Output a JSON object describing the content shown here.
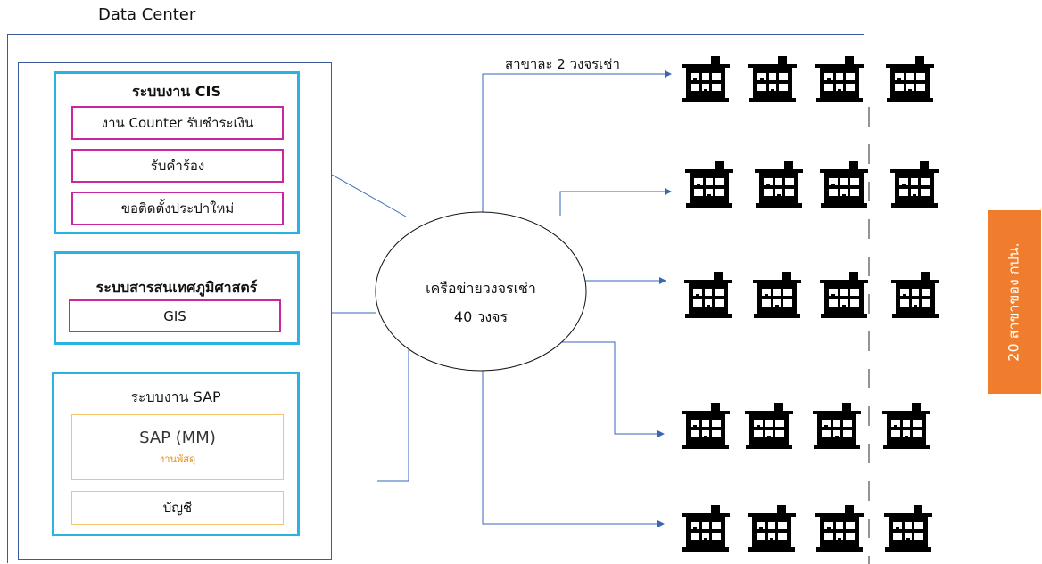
{
  "data_center": {
    "label": "Data Center"
  },
  "cis": {
    "title": "ระบบงาน CIS",
    "items": [
      "งาน Counter รับชำระเงิน",
      "รับคำร้อง",
      "ขอติดตั้งประปาใหม่"
    ]
  },
  "gis": {
    "title": "ระบบสารสนเทศภูมิศาสตร์",
    "items": [
      "GIS"
    ]
  },
  "sap": {
    "title": "ระบบงาน SAP",
    "mm_label": "SAP (MM)",
    "mm_sub": "งานพัสดุ",
    "account_label": "บัญชี"
  },
  "network": {
    "title": "เครือข่ายวงจรเช่า",
    "circuits": "40 วงจร",
    "per_branch_note": "สาขาละ 2 วงจรเช่า"
  },
  "branches": {
    "rows": 5,
    "per_row": 4,
    "icon": "building-icon",
    "side_label": "20 สาขาของ กปน."
  },
  "colors": {
    "system_border": "#29b3e3",
    "module_border": "#c8289f",
    "sap_module_border": "#f4c36b",
    "sap_sub_text": "#e68a1a",
    "side_tab": "#ef7d2d",
    "lines": "#3a66b8"
  }
}
